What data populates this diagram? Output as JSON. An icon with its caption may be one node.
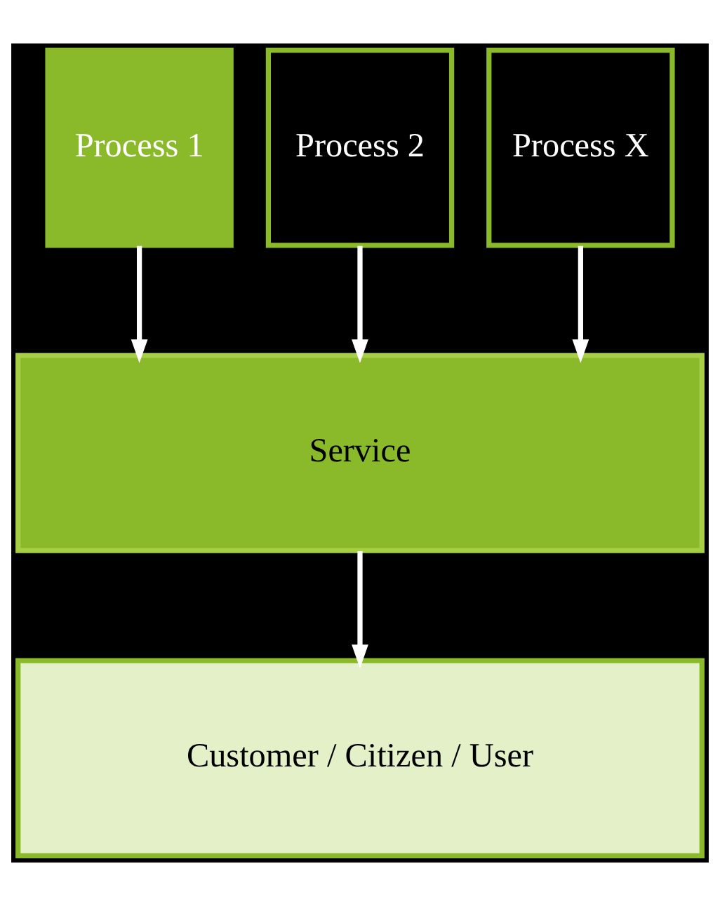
{
  "diagram": {
    "nodes": [
      {
        "text": [
          "Process 1"
        ]
      },
      {
        "text": [
          "Process 2"
        ]
      },
      {
        "text": [
          "Process X"
        ]
      },
      {
        "text": [
          "Service"
        ]
      },
      {
        "text": [
          "Customer / Citizen / User"
        ]
      }
    ],
    "edges": [
      {
        "from": 0,
        "to": 3,
        "arrow": "to"
      },
      {
        "from": 1,
        "to": 3,
        "arrow": "to"
      },
      {
        "from": 2,
        "to": 3,
        "arrow": "to"
      },
      {
        "from": 3,
        "to": 4,
        "arrow": "to"
      }
    ]
  }
}
